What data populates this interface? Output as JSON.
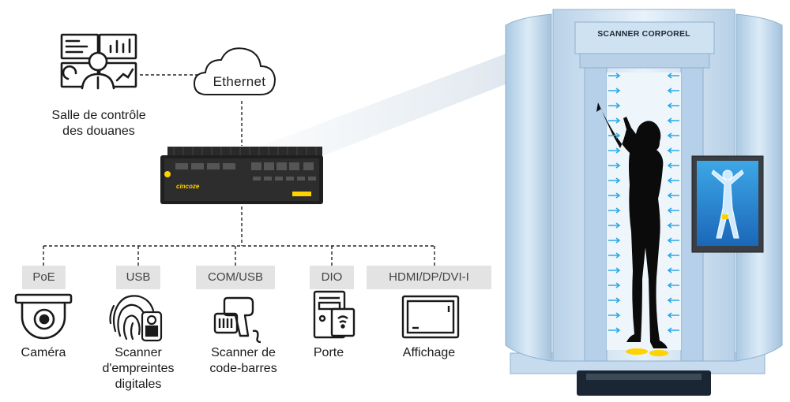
{
  "network": {
    "cloud_label": "Ethernet",
    "control_room_label": [
      "Salle de contrôle",
      "des douanes"
    ]
  },
  "computer": {
    "brand": "cincoze"
  },
  "interfaces": [
    {
      "badge": "PoE",
      "device_icon": "dome-camera-icon",
      "device_label": [
        "Caméra"
      ]
    },
    {
      "badge": "USB",
      "device_icon": "fingerprint-scanner-icon",
      "device_label": [
        "Scanner",
        "d'empreintes",
        "digitales"
      ]
    },
    {
      "badge": "COM/USB",
      "device_icon": "barcode-scanner-icon",
      "device_label": [
        "Scanner de",
        "code-barres"
      ]
    },
    {
      "badge": "DIO",
      "device_icon": "door-access-icon",
      "device_label": [
        "Porte"
      ]
    },
    {
      "badge": "HDMI/DP/DVI-I",
      "device_icon": "monitor-icon",
      "device_label": [
        "Affichage"
      ]
    }
  ],
  "body_scanner": {
    "title": "SCANNER CORPOREL"
  },
  "colors": {
    "arrow": "#2aa9e6",
    "cabin": "#c9def0",
    "badge_bg": "#e3e3e3",
    "accent_yellow": "#ffd200"
  }
}
